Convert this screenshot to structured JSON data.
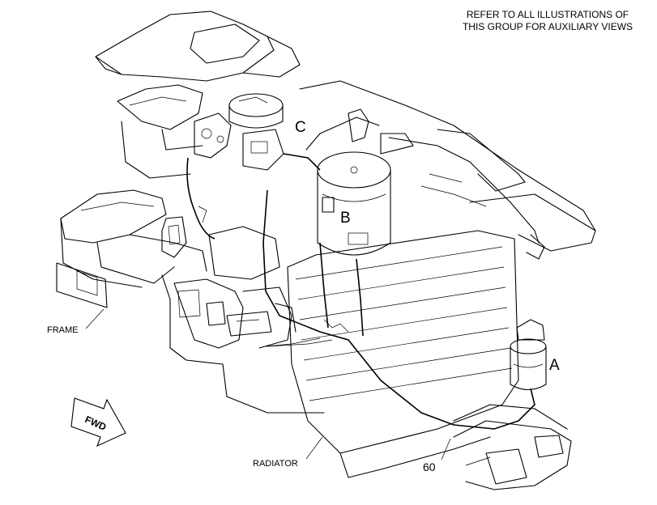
{
  "note": {
    "line1": "REFER TO ALL ILLUSTRATIONS OF",
    "line2": "THIS GROUP FOR AUXILIARY VIEWS"
  },
  "labels": {
    "a": "A",
    "b": "B",
    "c": "C",
    "frame": "FRAME",
    "radiator": "RADIATOR",
    "fwd": "FWD",
    "part_60": "60"
  }
}
